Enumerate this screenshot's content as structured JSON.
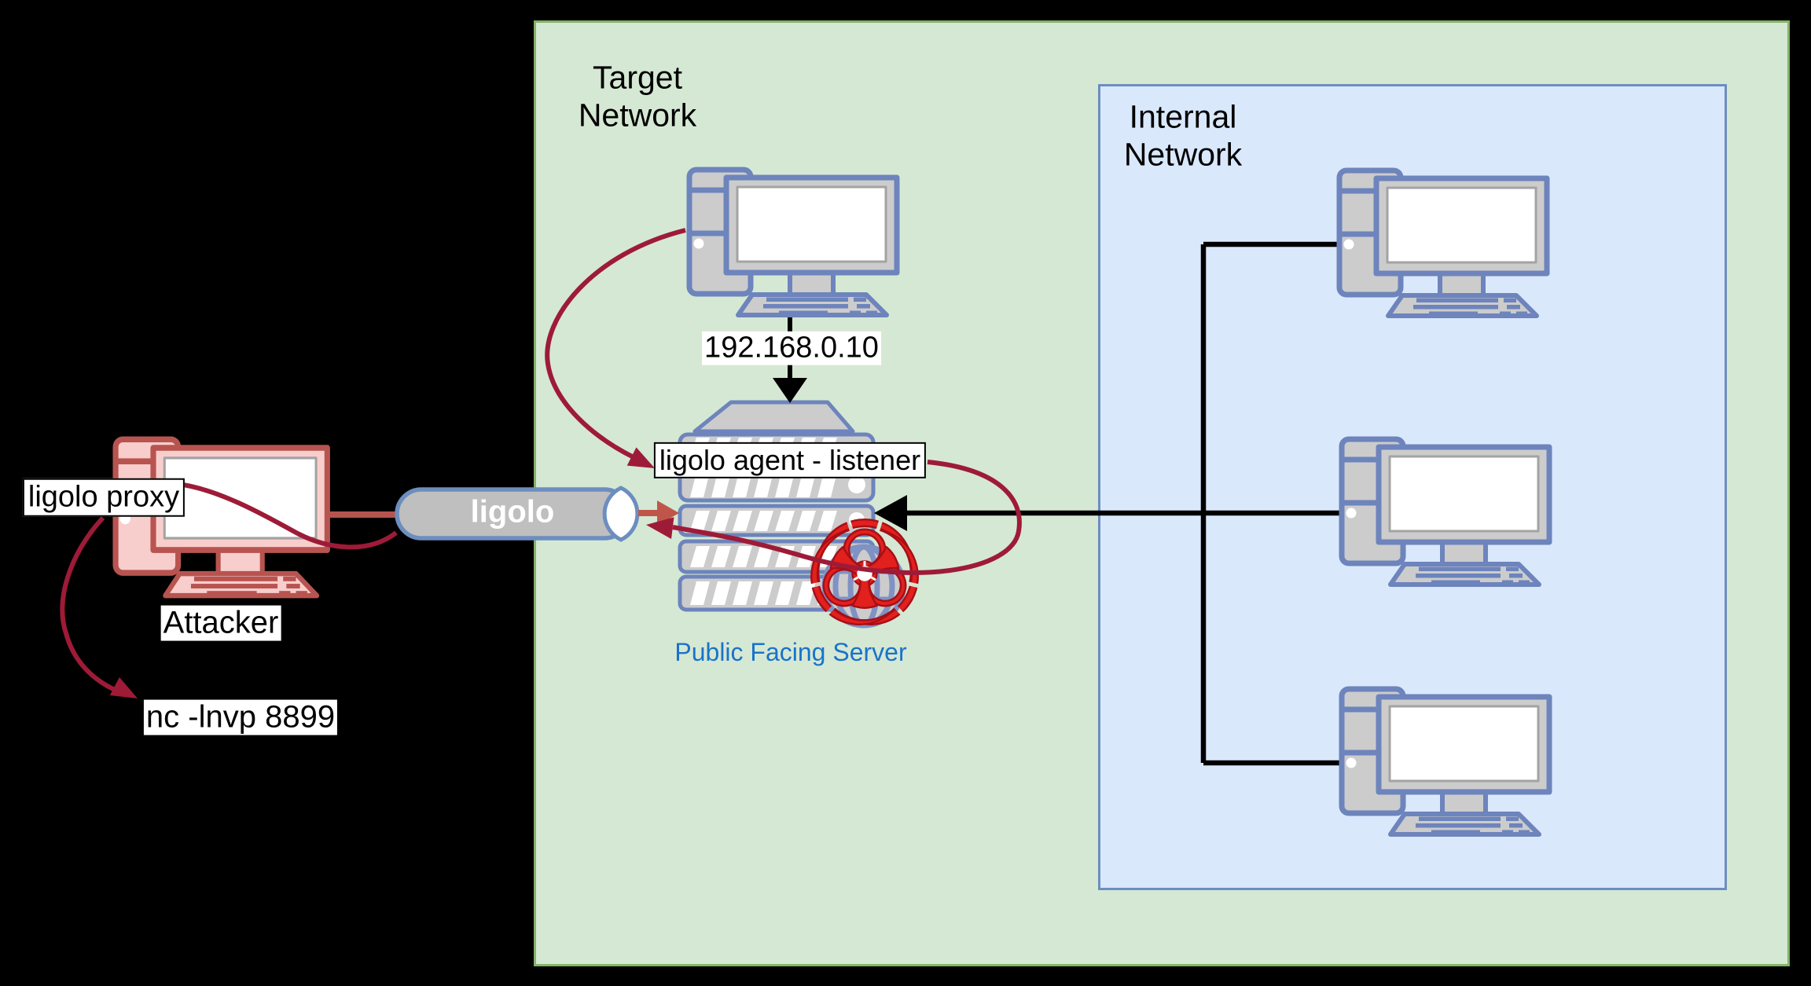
{
  "diagram": {
    "background": "#000000",
    "zones": {
      "target_network": {
        "label": "Target Network",
        "fill": "#d5e8d4",
        "stroke": "#82b366"
      },
      "internal_network": {
        "label": "Internal Network",
        "fill": "#dae8fc",
        "stroke": "#6c8ebf"
      }
    },
    "nodes": {
      "attacker_pc": {
        "label": "Attacker",
        "icon": "desktop-computer-icon",
        "fill": "#f8cecc",
        "stroke": "#b85450"
      },
      "ligolo_proxy": {
        "label": "ligolo proxy"
      },
      "nc_listener": {
        "label": "nc -lnvp 8899"
      },
      "target_pc": {
        "label": "192.168.0.10",
        "icon": "desktop-computer-icon",
        "fill": "#cccccc",
        "stroke": "#6d84bc"
      },
      "public_server": {
        "label": "Public Facing Server",
        "label_color": "#1a73c8",
        "icon": "rack-server-icon"
      },
      "ligolo_agent": {
        "label": "ligolo agent - listener"
      },
      "tunnel": {
        "label": "ligolo",
        "icon": "tube-icon",
        "fill": "#bfbfbf",
        "stroke": "#6c8ebf"
      },
      "malware": {
        "icon": "biohazard-icon",
        "color": "#e2201d"
      },
      "globe": {
        "icon": "globe-icon"
      },
      "internal_pc_1": {
        "icon": "desktop-computer-icon"
      },
      "internal_pc_2": {
        "icon": "desktop-computer-icon"
      },
      "internal_pc_3": {
        "icon": "desktop-computer-icon"
      }
    },
    "edges": {
      "crimson": "#9e1b38",
      "brick": "#c0564a",
      "black": "#000000"
    }
  }
}
